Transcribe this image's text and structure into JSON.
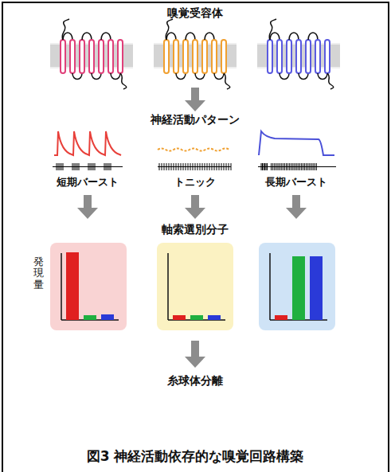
{
  "diagram": {
    "caption": "図3 神経活動依存的な嗅覚回路構築",
    "labels": [
      "嗅覚受容体",
      "神経活動パターン",
      "短期バースト",
      "トニック",
      "長期バースト",
      "軸索選別分子",
      "発現量",
      "糸球体分離"
    ]
  }
}
